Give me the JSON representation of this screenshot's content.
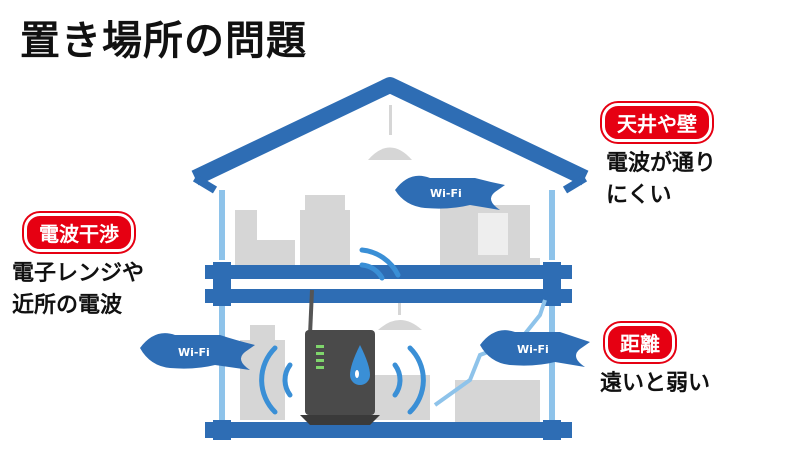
{
  "title": "置き場所の問題",
  "labels": {
    "interference": {
      "badge": "電波干渉",
      "lines": [
        "電子レンジや",
        "近所の電波"
      ]
    },
    "ceiling_walls": {
      "badge": "天井や壁",
      "lines": [
        "電波が通り",
        "にくい"
      ]
    },
    "distance": {
      "badge": "距離",
      "lines": [
        "遠いと弱い"
      ]
    }
  },
  "wifi_ghost_text": "Wi-Fi",
  "colors": {
    "house_blue": "#2e6db4",
    "wall_blue_light": "#8ec3ea",
    "badge_red": "#e60012",
    "furniture_gray": "#d6d6d6",
    "router_dark": "#4a4a4a",
    "signal_blue": "#3a8fd6"
  }
}
